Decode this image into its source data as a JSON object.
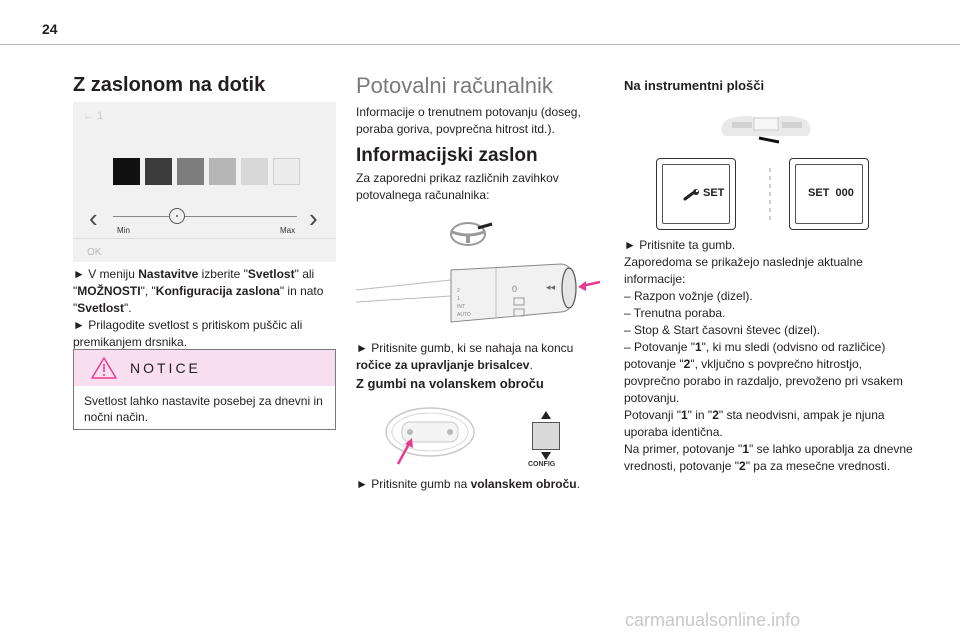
{
  "page_number": "24",
  "col1": {
    "title": "Z zaslonom na dotik",
    "screen": {
      "back": "← 1",
      "swatch_colors": [
        "#101010",
        "#3b3b3b",
        "#7d7d7d",
        "#b6b6b6",
        "#d8d8d8",
        "#ececec"
      ],
      "min_label": "Min",
      "max_label": "Max",
      "ok_label": "OK"
    },
    "instructions": [
      [
        {
          "t": "► V meniju "
        },
        {
          "t": "Nastavitve",
          "b": true
        },
        {
          "t": " izberite \""
        },
        {
          "t": "Svetlost",
          "b": true
        },
        {
          "t": "\" ali \""
        },
        {
          "t": "MOŽNOSTI",
          "b": true
        },
        {
          "t": "\", \""
        },
        {
          "t": "Konfiguracija zaslona",
          "b": true
        },
        {
          "t": "\" in nato \""
        },
        {
          "t": "Svetlost",
          "b": true
        },
        {
          "t": "\"."
        }
      ],
      [
        {
          "t": "► Prilagodite svetlost s pritiskom puščic ali premikanjem drsnika."
        }
      ]
    ],
    "notice": {
      "title": "NOTICE",
      "text": "Svetlost lahko nastavite posebej za dnevni in nočni način."
    }
  },
  "col2": {
    "title": "Potovalni računalnik",
    "intro": "Informacije o trenutnem potovanju (doseg, poraba goriva, povprečna hitrost itd.).",
    "subtitle": "Informacijski zaslon",
    "subtitle_text": "Za zaporedni prikaz različnih zavihkov potovalnega računalnika:",
    "stalk_instruction": [
      {
        "t": "► Pritisnite gumb, ki se nahaja na koncu "
      },
      {
        "t": "ročice za upravljanje brisalcev",
        "b": true
      },
      {
        "t": "."
      }
    ],
    "wheel_heading": "Z gumbi na volanskem obroču",
    "config_label": "CONFIG",
    "wheel_instruction": [
      {
        "t": "► Pritisnite gumb na "
      },
      {
        "t": "volanskem obroču",
        "b": true
      },
      {
        "t": "."
      }
    ]
  },
  "col3": {
    "heading": "Na instrumentni plošči",
    "button_left": "SET",
    "button_right": "SET  000",
    "text": [
      [
        {
          "t": "► Pritisnite ta gumb."
        }
      ],
      [
        {
          "t": "Zaporedoma se prikažejo naslednje aktualne informacije:"
        }
      ],
      [
        {
          "t": "– Razpon vožnje (dizel)."
        }
      ],
      [
        {
          "t": "– Trenutna poraba."
        }
      ],
      [
        {
          "t": "– Stop & Start časovni števec (dizel)."
        }
      ],
      [
        {
          "t": "– Potovanje \""
        },
        {
          "t": "1",
          "b": true
        },
        {
          "t": "\", ki mu sledi (odvisno od različice) potovanje \""
        },
        {
          "t": "2",
          "b": true
        },
        {
          "t": "\", vključno s povprečno hitrostjo, povprečno porabo in razdaljo, prevoženo pri vsakem potovanju."
        }
      ],
      [
        {
          "t": "Potovanji \""
        },
        {
          "t": "1",
          "b": true
        },
        {
          "t": "\" in \""
        },
        {
          "t": "2",
          "b": true
        },
        {
          "t": "\" sta neodvisni, ampak je njuna uporaba identična."
        }
      ],
      [
        {
          "t": "Na primer, potovanje \""
        },
        {
          "t": "1",
          "b": true
        },
        {
          "t": "\" se lahko uporablja za dnevne vrednosti, potovanje \""
        },
        {
          "t": "2",
          "b": true
        },
        {
          "t": "\" pa za mesečne vrednosti."
        }
      ]
    ]
  },
  "watermark": "carmanualsonline.info",
  "colors": {
    "accent_pink": "#e43d8f",
    "notice_bg": "#f7dff0"
  }
}
